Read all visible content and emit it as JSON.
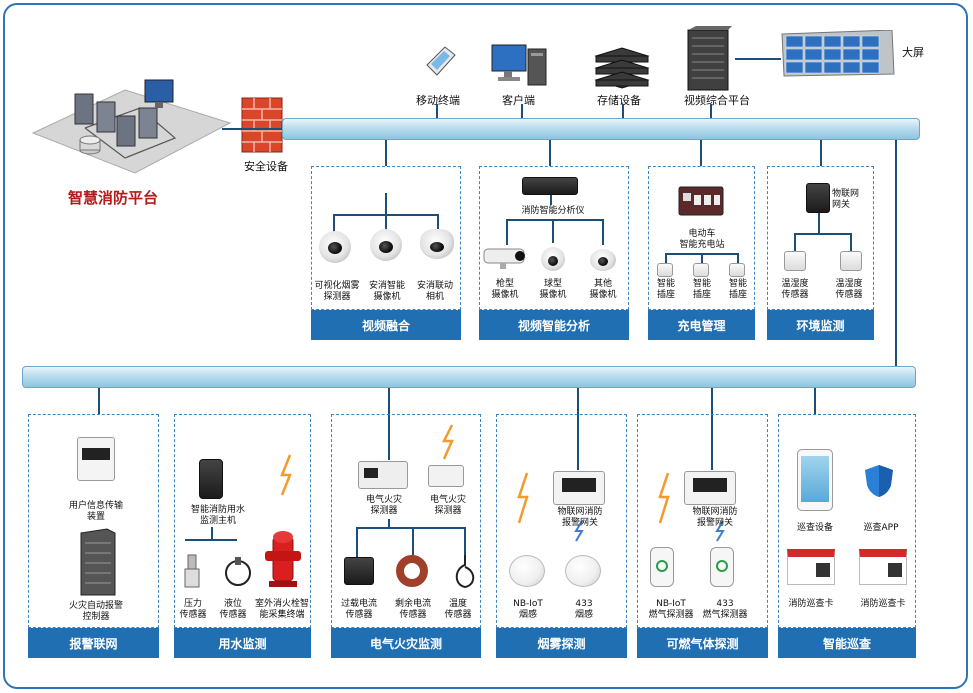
{
  "platform": {
    "title": "智慧消防平台",
    "security": "安全设备"
  },
  "top": {
    "mobile": "移动终端",
    "client": "客户端",
    "storage": "存储设备",
    "vplatform": "视频综合平台",
    "bigscreen": "大屏"
  },
  "upper_groups": {
    "video_fusion": {
      "title": "视频融合",
      "d1": "可视化烟雾\n探测器",
      "d2": "安消智能\n摄像机",
      "d3": "安消联动\n相机"
    },
    "video_ai": {
      "title": "视频智能分析",
      "analyzer": "消防智能分析仪",
      "d1": "枪型\n摄像机",
      "d2": "球型\n摄像机",
      "d3": "其他\n摄像机"
    },
    "charging": {
      "title": "充电管理",
      "station": "电动车\n智能充电站",
      "d1": "智能\n插座",
      "d2": "智能\n插座",
      "d3": "智能\n插座"
    },
    "env": {
      "title": "环境监测",
      "gateway": "物联网\n网关",
      "d1": "温湿度\n传感器",
      "d2": "温湿度\n传感器"
    }
  },
  "lower_groups": {
    "alarm": {
      "title": "报警联网",
      "d1": "用户信息传输\n装置",
      "d2": "火灾自动报警\n控制器"
    },
    "water": {
      "title": "用水监测",
      "host": "智能消防用水\n监测主机",
      "d1": "压力\n传感器",
      "d2": "液位\n传感器",
      "d3": "室外消火栓智\n能采集终端"
    },
    "electric": {
      "title": "电气火灾监测",
      "host1": "电气火灾\n探测器",
      "host2": "电气火灾\n探测器",
      "d1": "过载电流\n传感器",
      "d2": "剩余电流\n传感器",
      "d3": "温度\n传感器"
    },
    "smoke": {
      "title": "烟雾探测",
      "gateway": "物联网消防\n报警网关",
      "d1": "NB-IoT\n烟感",
      "d2": "433\n烟感"
    },
    "gas": {
      "title": "可燃气体探测",
      "gateway": "物联网消防\n报警网关",
      "d1": "NB-IoT\n燃气探测器",
      "d2": "433\n燃气探测器"
    },
    "patrol": {
      "title": "智能巡查",
      "d1": "巡查设备",
      "d2": "巡查APP",
      "d3": "消防巡查卡",
      "d4": "消防巡查卡"
    }
  }
}
